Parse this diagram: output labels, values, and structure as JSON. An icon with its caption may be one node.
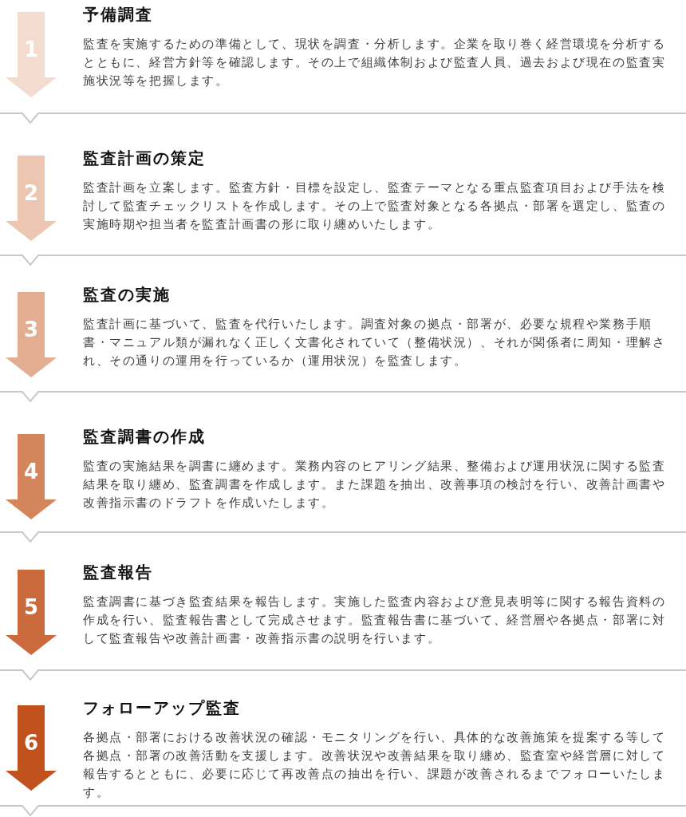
{
  "diagram": {
    "nodes": [
      {
        "text": [
          "1"
        ],
        "beside": [
          "予備調査",
          "監査を実施するための準備として、現状を調査・分析します。企業を取り巻く経営環境を分析するとともに、経営方針等を確認します。その上で組織体制および監査人員、過去および現在の監査実施状況等を把握します。"
        ]
      },
      {
        "text": [
          "2"
        ],
        "beside": [
          "監査計画の策定",
          "監査計画を立案します。監査方針・目標を設定し、監査テーマとなる重点監査項目および手法を検討して監査チェックリストを作成します。その上で監査対象となる各拠点・部署を選定し、監査の実施時期や担当者を監査計画書の形に取り纏めいたします。"
        ]
      },
      {
        "text": [
          "3"
        ],
        "beside": [
          "監査の実施",
          "監査計画に基づいて、監査を代行いたします。調査対象の拠点・部署が、必要な規程や業務手順書・マニュアル類が漏れなく正しく文書化されていて（整備状況）、それが関係者に周知・理解され、その通りの運用を行っているか（運用状況）を監査します。"
        ]
      },
      {
        "text": [
          "4"
        ],
        "beside": [
          "監査調書の作成",
          "監査の実施結果を調書に纏めます。業務内容のヒアリング結果、整備および運用状況に関する監査結果を取り纏め、監査調書を作成します。また課題を抽出、改善事項の検討を行い、改善計画書や改善指示書のドラフトを作成いたします。"
        ]
      },
      {
        "text": [
          "5"
        ],
        "beside": [
          "監査報告",
          "監査調書に基づき監査結果を報告します。実施した監査内容および意見表明等に関する報告資料の作成を行い、監査報告書として完成させます。監査報告書に基づいて、経営層や各拠点・部署に対して監査報告や改善計画書・改善指示書の説明を行います。"
        ]
      },
      {
        "text": [
          "6"
        ],
        "beside": [
          "フォローアップ監査",
          "各拠点・部署における改善状況の確認・モニタリングを行い、具体的な改善施策を提案する等して各拠点・部署の改善活動を支援します。改善状況や改善結果を取り纏め、監査室や経営層に対して報告するとともに、必要に応じて再改善点の抽出を行い、課題が改善されるまでフォローいたします。"
        ]
      }
    ]
  }
}
